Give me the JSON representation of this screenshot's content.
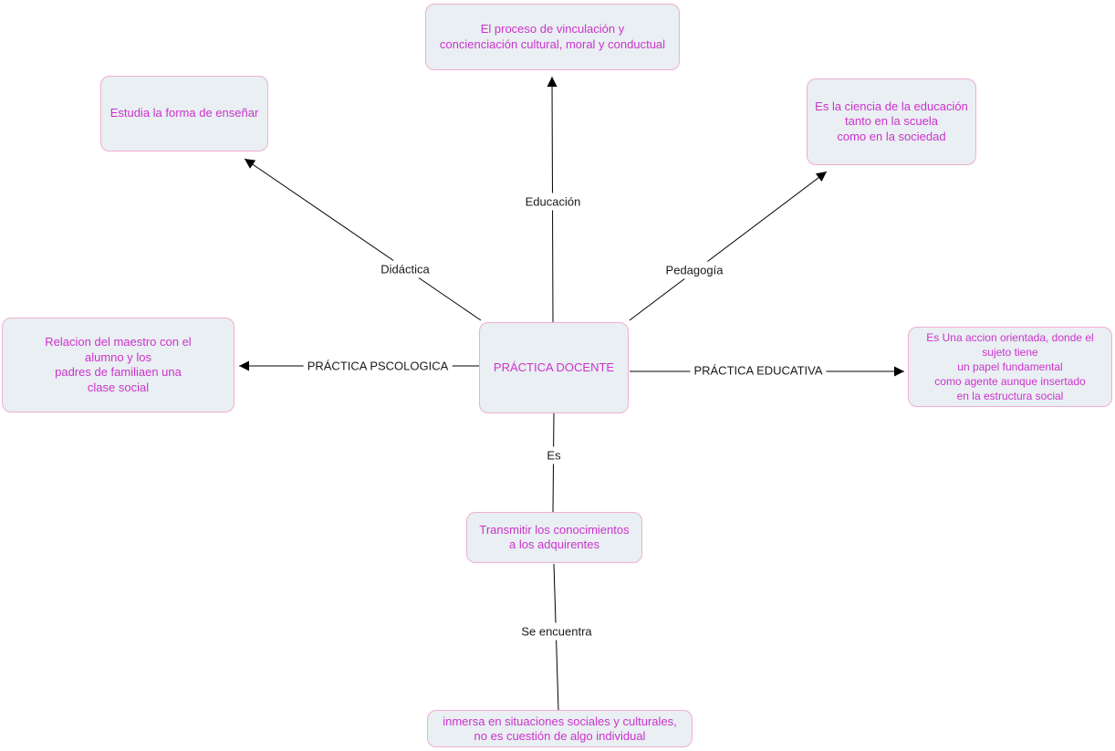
{
  "colors": {
    "node_fill": "#e9eff2",
    "node_border": "#efaed3",
    "node_text": "#cc33cc",
    "link_label_text": "#1a1a1a",
    "edge_line": "#000000",
    "background": "#ffffff"
  },
  "nodes": {
    "center": {
      "text": "PRÁCTICA DOCENTE"
    },
    "educacion_def": {
      "text": "El proceso de vinculación y\nconcienciación cultural, moral y conductual"
    },
    "didactica_def": {
      "text": "Estudia la forma de enseñar"
    },
    "pedagogia_def": {
      "text": "Es la ciencia de la educación\ntanto en la scuela\ncomo en la sociedad"
    },
    "psicologica_def": {
      "text": "Relacion del maestro con el\nalumno y los\npadres de familiaen una\nclase social"
    },
    "educativa_def": {
      "text": "Es Una accion orientada, donde el\nsujeto tiene\nun papel fundamental\ncomo agente aunque insertado\nen la estructura social"
    },
    "es_def": {
      "text": "Transmitir los conocimientos\na los adquirentes"
    },
    "se_encuentra_def": {
      "text": "inmersa en situaciones sociales y culturales,\nno es cuestión de algo individual"
    }
  },
  "links": {
    "educacion": "Educación",
    "didactica": "Didáctica",
    "pedagogia": "Pedagogía",
    "practica_psicologica": "PRÁCTICA PSCOLOGICA",
    "practica_educativa": "PRÁCTICA EDUCATIVA",
    "es": "Es",
    "se_encuentra": "Se encuentra"
  },
  "edges": [
    {
      "from": "center",
      "to": "educacion_def",
      "label": "Educación",
      "arrowhead": true
    },
    {
      "from": "center",
      "to": "didactica_def",
      "label": "Didáctica",
      "arrowhead": true
    },
    {
      "from": "center",
      "to": "pedagogia_def",
      "label": "Pedagogía",
      "arrowhead": true
    },
    {
      "from": "center",
      "to": "psicologica_def",
      "label": "PRÁCTICA PSCOLOGICA",
      "arrowhead": true
    },
    {
      "from": "center",
      "to": "educativa_def",
      "label": "PRÁCTICA EDUCATIVA",
      "arrowhead": true
    },
    {
      "from": "center",
      "to": "es_def",
      "label": "Es",
      "arrowhead": false
    },
    {
      "from": "es_def",
      "to": "se_encuentra_def",
      "label": "Se encuentra",
      "arrowhead": false
    }
  ]
}
